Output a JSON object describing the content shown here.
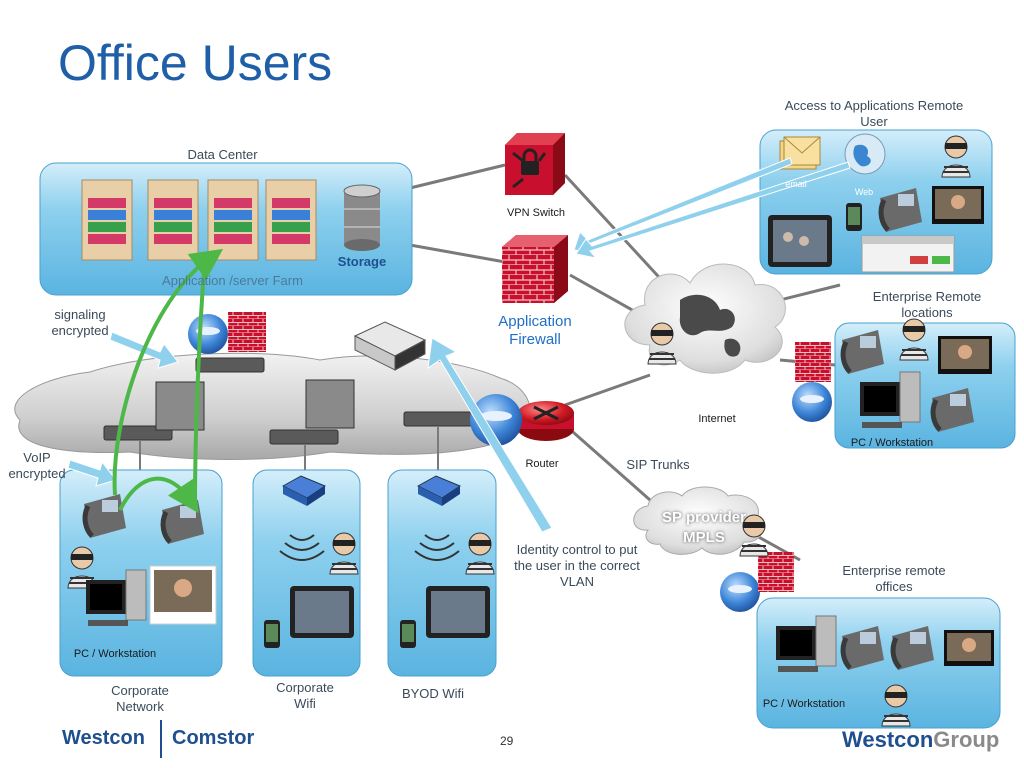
{
  "title": "Office Users",
  "labels": {
    "data_center": "Data Center",
    "server_farm": "Application /server Farm",
    "storage": "Storage",
    "vpn_switch": "VPN Switch",
    "app_firewall": "Application Firewall",
    "internet": "Internet",
    "router": "Router",
    "sip_trunks": "SIP Trunks",
    "sp_provider": "SP provider MPLS",
    "signaling": "signaling encrypted",
    "voip": "VoIP encrypted",
    "identity": "Identity control to put the user in the correct VLAN",
    "access_apps": "Access to Applications Remote User",
    "email": "email",
    "web": "Web",
    "ent_remote_locations": "Enterprise Remote locations",
    "ent_remote_offices": "Enterprise remote offices",
    "pc_workstation": "PC / Workstation",
    "corp_network": "Corporate Network",
    "corp_wifi": "Corporate Wifi",
    "byod_wifi": "BYOD Wifi"
  },
  "footer": {
    "westcon": "Westcon",
    "comstor": "Comstor",
    "page": "29",
    "westcon_group_a": "Westcon",
    "westcon_group_b": "Group"
  },
  "colors": {
    "title": "#1f5fa8",
    "panel": "#7cc6ea",
    "firewall": "#c8102e",
    "arrow": "#8fd0ec",
    "green_link": "#4db848"
  }
}
